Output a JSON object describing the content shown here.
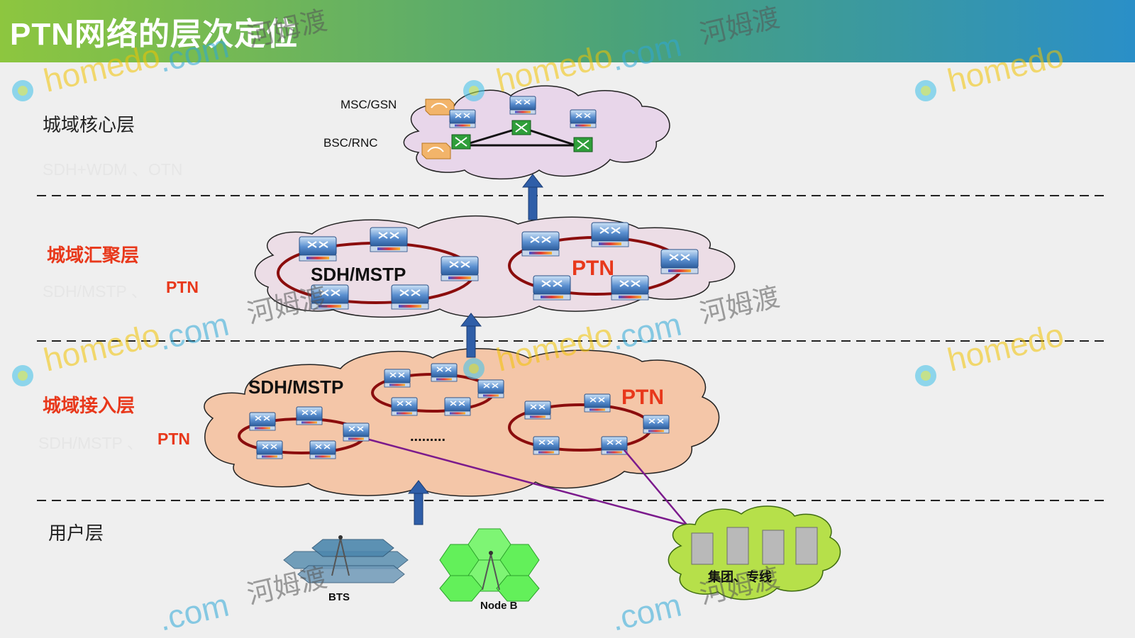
{
  "title": "PTN网络的层次定位",
  "layers": {
    "core": {
      "name": "城域核心层",
      "tech": "SDH+WDM 、OTN"
    },
    "aggregation": {
      "name": "城域汇聚层",
      "tech_faint": "SDH/MSTP 、",
      "tech_red": "PTN"
    },
    "access": {
      "name": "城域接入层",
      "tech_faint": "SDH/MSTP 、",
      "tech_red": "PTN"
    },
    "user": {
      "name": "用户层"
    }
  },
  "core_labels": {
    "msc": "MSC/GSN",
    "bsc": "BSC/RNC"
  },
  "aggregation_labels": {
    "sdh": "SDH/MSTP",
    "ptn": "PTN"
  },
  "access_labels": {
    "sdh": "SDH/MSTP",
    "ptn": "PTN",
    "dots": "........."
  },
  "user_labels": {
    "bts": "BTS",
    "nodeb": "Node B",
    "enterprise": "集团、专线"
  },
  "watermark": {
    "brand": "homedo",
    "domain": ".com",
    "chinese": "河姆渡"
  },
  "colors": {
    "ring": "#8b0d0d",
    "arrow": "#2f5ea8",
    "link": "#7b1a8c",
    "accent_red": "#e8381b",
    "cloud_core": "#e8d6ea",
    "cloud_agg": "#ecdde6",
    "cloud_access": "#f4c6a8",
    "cloud_user": "#b6e04a"
  }
}
